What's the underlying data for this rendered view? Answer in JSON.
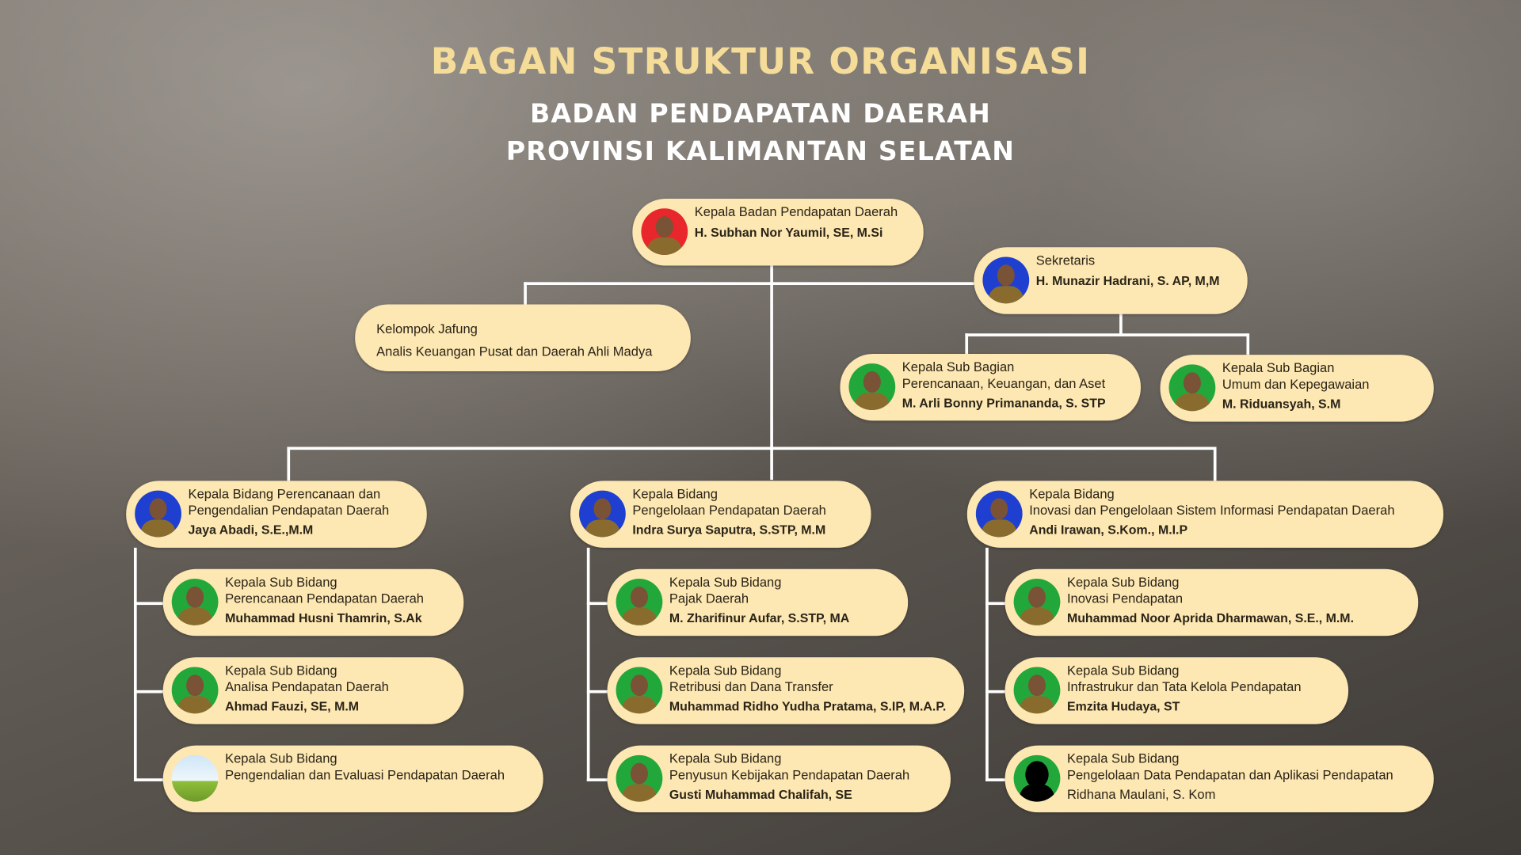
{
  "header": {
    "title": "BAGAN STRUKTUR ORGANISASI",
    "subtitle1": "BADAN PENDAPATAN DAERAH",
    "subtitle2": "PROVINSI KALIMANTAN SELATAN"
  },
  "colors": {
    "title": "#f5dc98",
    "box": "#fde7b2",
    "line": "#ffffff",
    "avatar_red": "#e8262b",
    "avatar_blue": "#1e3fd0",
    "avatar_green": "#22a83a"
  },
  "nodes": [
    {
      "id": "kepala",
      "lines": [
        "Kepala Badan Pendapatan Daerah"
      ],
      "name": "H. Subhan Nor Yaumil, SE, M.Si",
      "avatar": "red"
    },
    {
      "id": "sekretaris",
      "lines": [
        "Sekretaris"
      ],
      "name": "H. Munazir Hadrani, S. AP, M,M",
      "avatar": "blue"
    },
    {
      "id": "jafung",
      "lines": [
        "Kelompok Jafung",
        "Analis Keuangan Pusat dan Daerah Ahli Madya"
      ],
      "name": null,
      "avatar": null
    },
    {
      "id": "ksb-perencanaan",
      "lines": [
        "Kepala Sub Bagian",
        "Perencanaan, Keuangan, dan Aset"
      ],
      "name": "M. Arli Bonny Primananda, S. STP",
      "avatar": "green"
    },
    {
      "id": "ksb-umum",
      "lines": [
        "Kepala Sub Bagian",
        "Umum dan Kepegawaian"
      ],
      "name": "M. Riduansyah, S.M",
      "avatar": "green"
    },
    {
      "id": "bidang-1",
      "lines": [
        "Kepala Bidang Perencanaan dan",
        "Pengendalian Pendapatan Daerah"
      ],
      "name": "Jaya Abadi, S.E.,M.M",
      "avatar": "blue"
    },
    {
      "id": "bidang-2",
      "lines": [
        "Kepala Bidang",
        "Pengelolaan Pendapatan Daerah"
      ],
      "name": "Indra Surya Saputra, S.STP, M.M",
      "avatar": "blue"
    },
    {
      "id": "bidang-3",
      "lines": [
        "Kepala Bidang",
        "Inovasi dan Pengelolaan Sistem Informasi Pendapatan Daerah"
      ],
      "name": "Andi Irawan, S.Kom., M.I.P",
      "avatar": "blue"
    },
    {
      "id": "sub-1-1",
      "lines": [
        "Kepala Sub Bidang",
        "Perencanaan Pendapatan Daerah"
      ],
      "name": "Muhammad Husni Thamrin, S.Ak",
      "avatar": "green"
    },
    {
      "id": "sub-1-2",
      "lines": [
        "Kepala Sub Bidang",
        "Analisa Pendapatan Daerah"
      ],
      "name": "Ahmad Fauzi, SE, M.M",
      "avatar": "green"
    },
    {
      "id": "sub-1-3",
      "lines": [
        "Kepala Sub Bidang",
        "Pengendalian dan Evaluasi Pendapatan Daerah"
      ],
      "name": null,
      "avatar": "landscape"
    },
    {
      "id": "sub-2-1",
      "lines": [
        "Kepala Sub Bidang",
        "Pajak Daerah"
      ],
      "name": "M. Zharifinur Aufar, S.STP, MA",
      "avatar": "green"
    },
    {
      "id": "sub-2-2",
      "lines": [
        "Kepala Sub Bidang",
        "Retribusi dan Dana Transfer"
      ],
      "name": "Muhammad Ridho Yudha Pratama, S.IP, M.A.P.",
      "avatar": "green"
    },
    {
      "id": "sub-2-3",
      "lines": [
        "Kepala Sub Bidang",
        "Penyusun Kebijakan Pendapatan Daerah"
      ],
      "name": "Gusti Muhammad Chalifah, SE",
      "avatar": "green"
    },
    {
      "id": "sub-3-1",
      "lines": [
        "Kepala Sub Bidang",
        "Inovasi Pendapatan"
      ],
      "name": "Muhammad Noor Aprida Dharmawan, S.E., M.M.",
      "avatar": "green"
    },
    {
      "id": "sub-3-2",
      "lines": [
        "Kepala Sub Bidang",
        "Infrastrukur dan Tata Kelola Pendapatan"
      ],
      "name": "Emzita Hudaya, ST",
      "avatar": "green"
    },
    {
      "id": "sub-3-3",
      "lines": [
        "Kepala Sub Bidang",
        "Pengelolaan Data Pendapatan dan Aplikasi Pendapatan",
        "Ridhana Maulani, S. Kom"
      ],
      "name": null,
      "avatar": "silhouette"
    }
  ]
}
